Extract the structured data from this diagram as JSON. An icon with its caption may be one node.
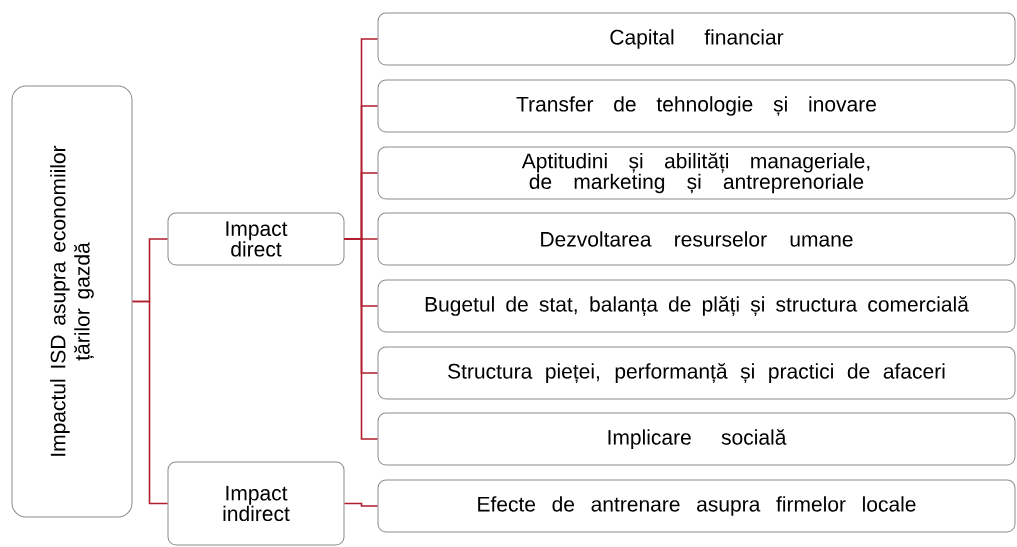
{
  "diagram": {
    "nodes": [
      {
        "text": [
          "Impactul ISD asupra economiilor țărilor gazdă"
        ]
      },
      {
        "text": [
          "Impact direct"
        ]
      },
      {
        "text": [
          "Impact indirect"
        ]
      },
      {
        "text": [
          "Capital financiar"
        ]
      },
      {
        "text": [
          "Transfer de tehnologie și inovare"
        ]
      },
      {
        "text": [
          "Aptitudini și abilități manageriale, de marketing și antreprenoriale"
        ]
      },
      {
        "text": [
          "Dezvoltarea resurselor umane"
        ]
      },
      {
        "text": [
          "Bugetul de stat, balanța de plăți și structura comercială"
        ]
      },
      {
        "text": [
          "Structura pieței, performanță și practici de afaceri"
        ]
      },
      {
        "text": [
          "Implicare socială"
        ]
      },
      {
        "text": [
          "Efecte de antrenare asupra firmelor locale"
        ]
      }
    ],
    "edges": [
      {
        "from": 0,
        "to": 1,
        "arrow": "none"
      },
      {
        "from": 0,
        "to": 2,
        "arrow": "none"
      },
      {
        "from": 1,
        "to": 3,
        "arrow": "none"
      },
      {
        "from": 1,
        "to": 4,
        "arrow": "none"
      },
      {
        "from": 1,
        "to": 5,
        "arrow": "none"
      },
      {
        "from": 1,
        "to": 6,
        "arrow": "none"
      },
      {
        "from": 1,
        "to": 7,
        "arrow": "none"
      },
      {
        "from": 1,
        "to": 8,
        "arrow": "none"
      },
      {
        "from": 1,
        "to": 9,
        "arrow": "none"
      },
      {
        "from": 2,
        "to": 10,
        "arrow": "none"
      }
    ]
  }
}
